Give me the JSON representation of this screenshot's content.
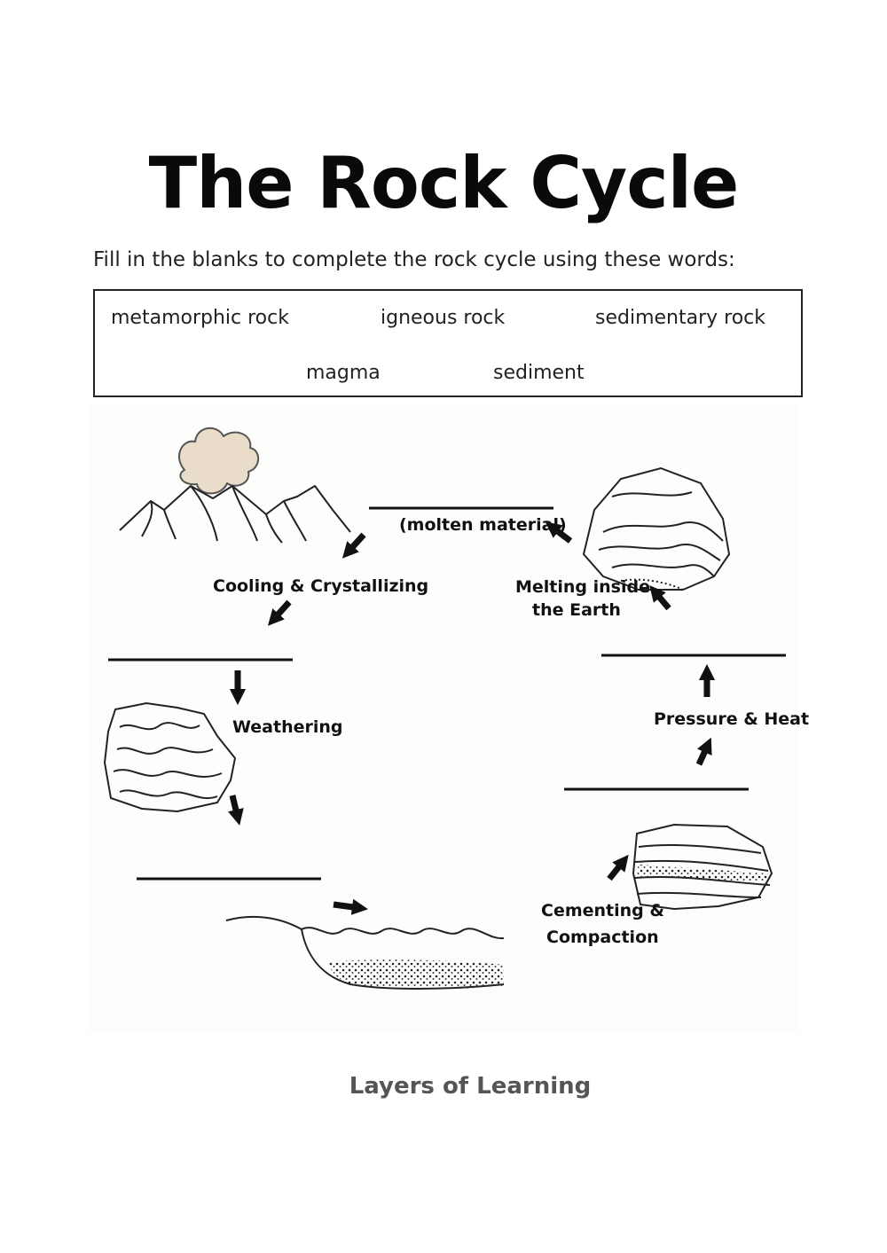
{
  "title": "The Rock Cycle",
  "instructions": "Fill in the blanks to complete the rock cycle using these words:",
  "word_bank": [
    "metamorphic rock",
    "igneous rock",
    "sedimentary rock",
    "magma",
    "sediment"
  ],
  "labels": {
    "molten": "(molten material)",
    "cooling": "Cooling & Crystallizing",
    "weathering": "Weathering",
    "melting_1": "Melting inside",
    "melting_2": "the Earth",
    "pressure": "Pressure & Heat",
    "cementing_1": "Cementing &",
    "cementing_2": "Compaction"
  },
  "footer": "Layers of Learning"
}
